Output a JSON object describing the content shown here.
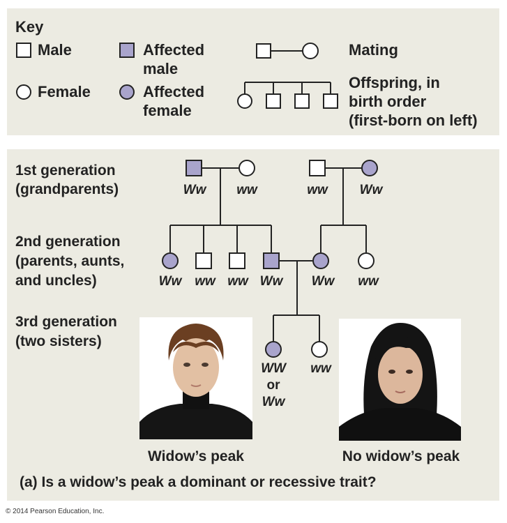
{
  "key": {
    "title": "Key",
    "male": "Male",
    "female": "Female",
    "affected_male_1": "Affected",
    "affected_male_2": "male",
    "affected_female_1": "Affected",
    "affected_female_2": "female",
    "mating": "Mating",
    "offspring_1": "Offspring, in",
    "offspring_2": "birth order",
    "offspring_3": "(first-born on left)"
  },
  "generations": {
    "g1_line1": "1st generation",
    "g1_line2": "(grandparents)",
    "g2_line1": "2nd generation",
    "g2_line2": "(parents, aunts,",
    "g2_line3": "and uncles)",
    "g3_line1": "3rd generation",
    "g3_line2": "(two sisters)"
  },
  "genotypes": {
    "gp1_male": "Ww",
    "gp1_female": "ww",
    "gp2_male": "ww",
    "gp2_female": "Ww",
    "p_aunt1": "Ww",
    "p_uncle1": "ww",
    "p_uncle2": "ww",
    "p_father": "Ww",
    "p_mother": "Ww",
    "p_aunt2": "ww",
    "s1_line1": "WW",
    "s1_line2": "or",
    "s1_line3": "Ww",
    "s2": "ww"
  },
  "captions": {
    "photo_left": "Widow’s peak",
    "photo_right": "No widow’s peak",
    "question": "(a) Is a widow’s peak a dominant or recessive trait?"
  },
  "copyright": "© 2014 Pearson Education, Inc.",
  "colors": {
    "panel_bg": "#ecebe2",
    "affected_fill": "#a9a4cc",
    "unaffected_fill": "#ffffff",
    "line": "#222222"
  }
}
